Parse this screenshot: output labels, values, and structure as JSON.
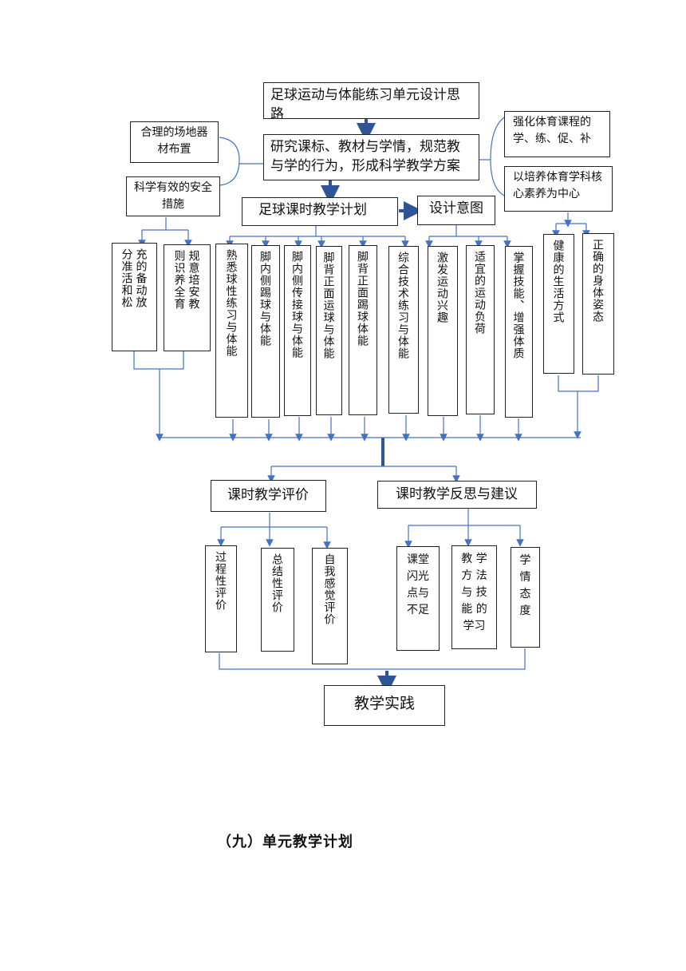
{
  "diagram": {
    "title": "足球运动与体能练习单元设计思路",
    "research": "研究课标、教材与学情，规范教与学的行为，形成科学教学方案",
    "left_notes": [
      "合理的场地器材布置",
      "科学有效的安全措施"
    ],
    "right_notes": [
      "强化体育课程的学、练、促、补",
      "以培养体育学科核心素养为中心"
    ],
    "lesson_plan": "足球课时教学计划",
    "design_intent": "设计意图",
    "safety_items": [
      {
        "cols": [
          "分准活和松",
          "充的备动放"
        ]
      },
      {
        "cols": [
          "则识养全育",
          "规意培安教"
        ]
      }
    ],
    "content_items": [
      "熟悉球性练习与体能",
      "脚内侧踢球与体能",
      "脚内侧传接球与体能",
      "脚背正面运球与体能",
      "脚背正面踢球体能",
      "综合技术练习与体能"
    ],
    "intent_items": [
      "激发运动兴趣",
      "适宜的运动负荷",
      "掌握技能、增强体质"
    ],
    "core_items": [
      "健康的生活方式",
      "正确的身体姿态"
    ],
    "evaluation": "课时教学评价",
    "reflection": "课时教学反思与建议",
    "eval_items": [
      "过程性评价",
      "总结性评价",
      "自我感觉评价"
    ],
    "reflect_items": [
      {
        "cols": [
          "课闪点不",
          "堂光与足"
        ],
        "horizontal": [
          "课堂",
          "闪光",
          "点与",
          "不足"
        ]
      },
      {
        "cols": [
          "学法技的",
          "教方与能学习"
        ],
        "horizontal": [
          "教 学",
          "方 法",
          "与 技",
          "能 的",
          "学习"
        ]
      },
      {
        "cols": [
          "学情态度"
        ],
        "horizontal": [
          "学",
          "情",
          "态",
          "度"
        ]
      }
    ],
    "practice": "教学实践"
  },
  "section_heading": "（九）单元教学计划",
  "colors": {
    "arrow": "#4472c4",
    "border": "#222222"
  }
}
